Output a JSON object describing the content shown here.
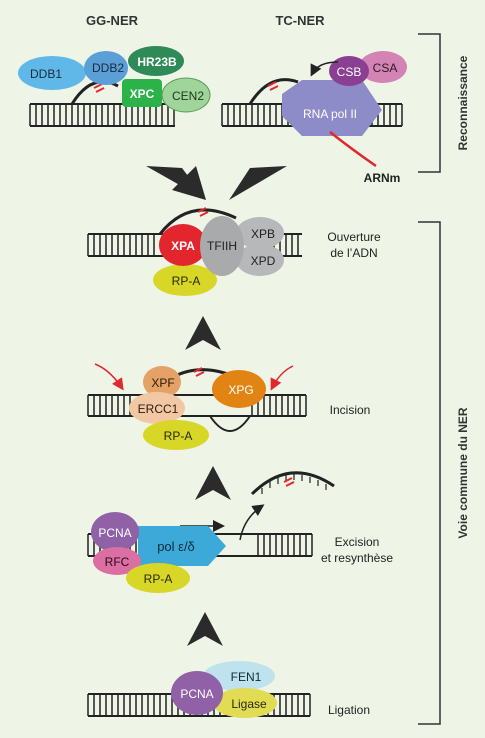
{
  "headers": {
    "gg_ner": "GG-NER",
    "tc_ner": "TC-NER"
  },
  "side_labels": {
    "recognition": "Reconnaissance",
    "common_pathway": "Voie commune du NER"
  },
  "recognition": {
    "gg": {
      "ddb1": "DDB1",
      "ddb2": "DDB2",
      "hr23b": "HR23B",
      "xpc": "XPC",
      "cen2": "CEN2"
    },
    "tc": {
      "csb": "CSB",
      "csa": "CSA",
      "rna_pol": "RNA pol II",
      "arnm": "ARNm"
    }
  },
  "steps": {
    "opening": {
      "label_line1": "Ouverture",
      "label_line2": "de l’ADN",
      "xpa": "XPA",
      "tfiih": "TFIIH",
      "xpb": "XPB",
      "xpd": "XPD",
      "rpa": "RP-A"
    },
    "incision": {
      "label": "Incision",
      "xpf": "XPF",
      "ercc1": "ERCC1",
      "xpg": "XPG",
      "rpa": "RP-A"
    },
    "excision": {
      "label_line1": "Excision",
      "label_line2": "et resynthèse",
      "pcna": "PCNA",
      "pol": "pol ε/δ",
      "rfc": "RFC",
      "rpa": "RP-A"
    },
    "ligation": {
      "label": "Ligation",
      "pcna": "PCNA",
      "fen1": "FEN1",
      "ligase": "Ligase"
    }
  },
  "colors": {
    "background": "#eef5e6",
    "ddb1": "#5fb8e8",
    "ddb2": "#5a9fd6",
    "hr23b": "#2e8a57",
    "xpc": "#2bb34a",
    "cen2": "#9fd49a",
    "csb": "#8a3f93",
    "csa": "#d484b4",
    "rna_pol": "#8d8bc8",
    "xpa": "#e3262e",
    "tfiih": "#a9aaac",
    "xpbd": "#b7b8ba",
    "rpa": "#d8d627",
    "xpf": "#e5a266",
    "ercc1": "#f2c8a4",
    "xpg": "#e28414",
    "pcna": "#9061a6",
    "pol": "#3ca9d9",
    "rfc": "#db6ea3",
    "fen1": "#bfe3ee",
    "ligase": "#e2dc55",
    "arrow": "#2b2b2b",
    "lesion": "#e0282e"
  }
}
